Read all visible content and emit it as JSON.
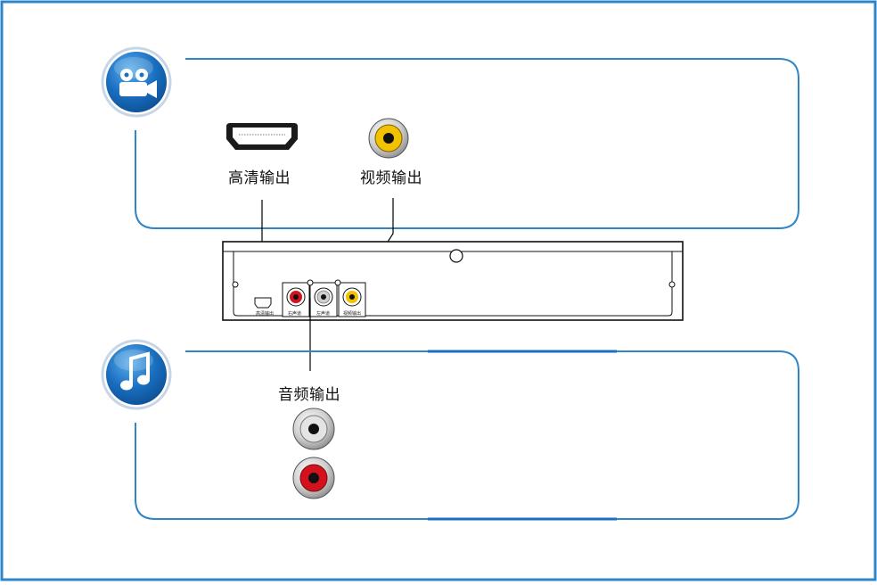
{
  "colors": {
    "frame": "#2e86c8",
    "icon_blue": "#1a6fc0",
    "rca_yellow": "#f2c200",
    "rca_red": "#d3121e",
    "rca_white": "#d8d8d8"
  },
  "video_section": {
    "icon": "video-camera-icon",
    "hdmi_label": "高清输出",
    "video_label": "视频输出"
  },
  "audio_section": {
    "icon": "music-note-icon",
    "audio_label": "音频输出"
  },
  "device_panel": {
    "hdmi_port_label": "高清输出",
    "right_channel_label": "右声道",
    "left_channel_label": "左声道",
    "video_port_label": "视频输出"
  }
}
